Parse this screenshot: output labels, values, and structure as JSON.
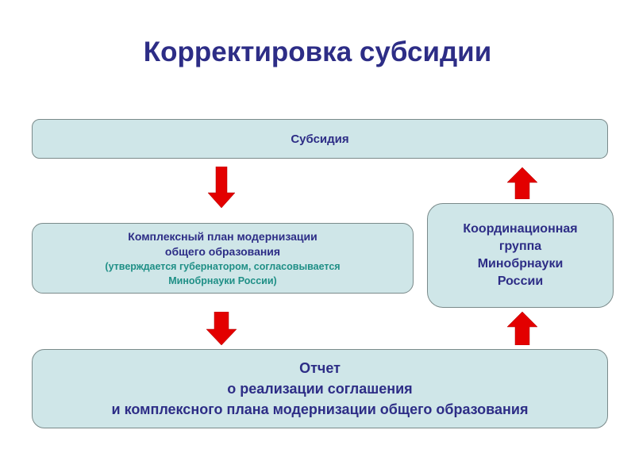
{
  "title": "Корректировка субсидии",
  "boxes": {
    "subsidy": "Субсидия",
    "plan": {
      "line1": "Комплексный план модернизации",
      "line2": "общего образования",
      "note1": "(утверждается губернатором, согласовывается",
      "note2": "Минобрнауки России)"
    },
    "coordination": {
      "line1": "Координационная",
      "line2": "группа",
      "line3": "Минобрнауки",
      "line4": "России"
    },
    "report": {
      "line1": "Отчет",
      "line2": "о реализации соглашения",
      "line3": "и комплексного плана модернизации общего образования"
    }
  },
  "colors": {
    "title": "#2d2d86",
    "box_fill": "#cfe6e8",
    "note": "#1f8f86",
    "arrow": "#e30000"
  }
}
